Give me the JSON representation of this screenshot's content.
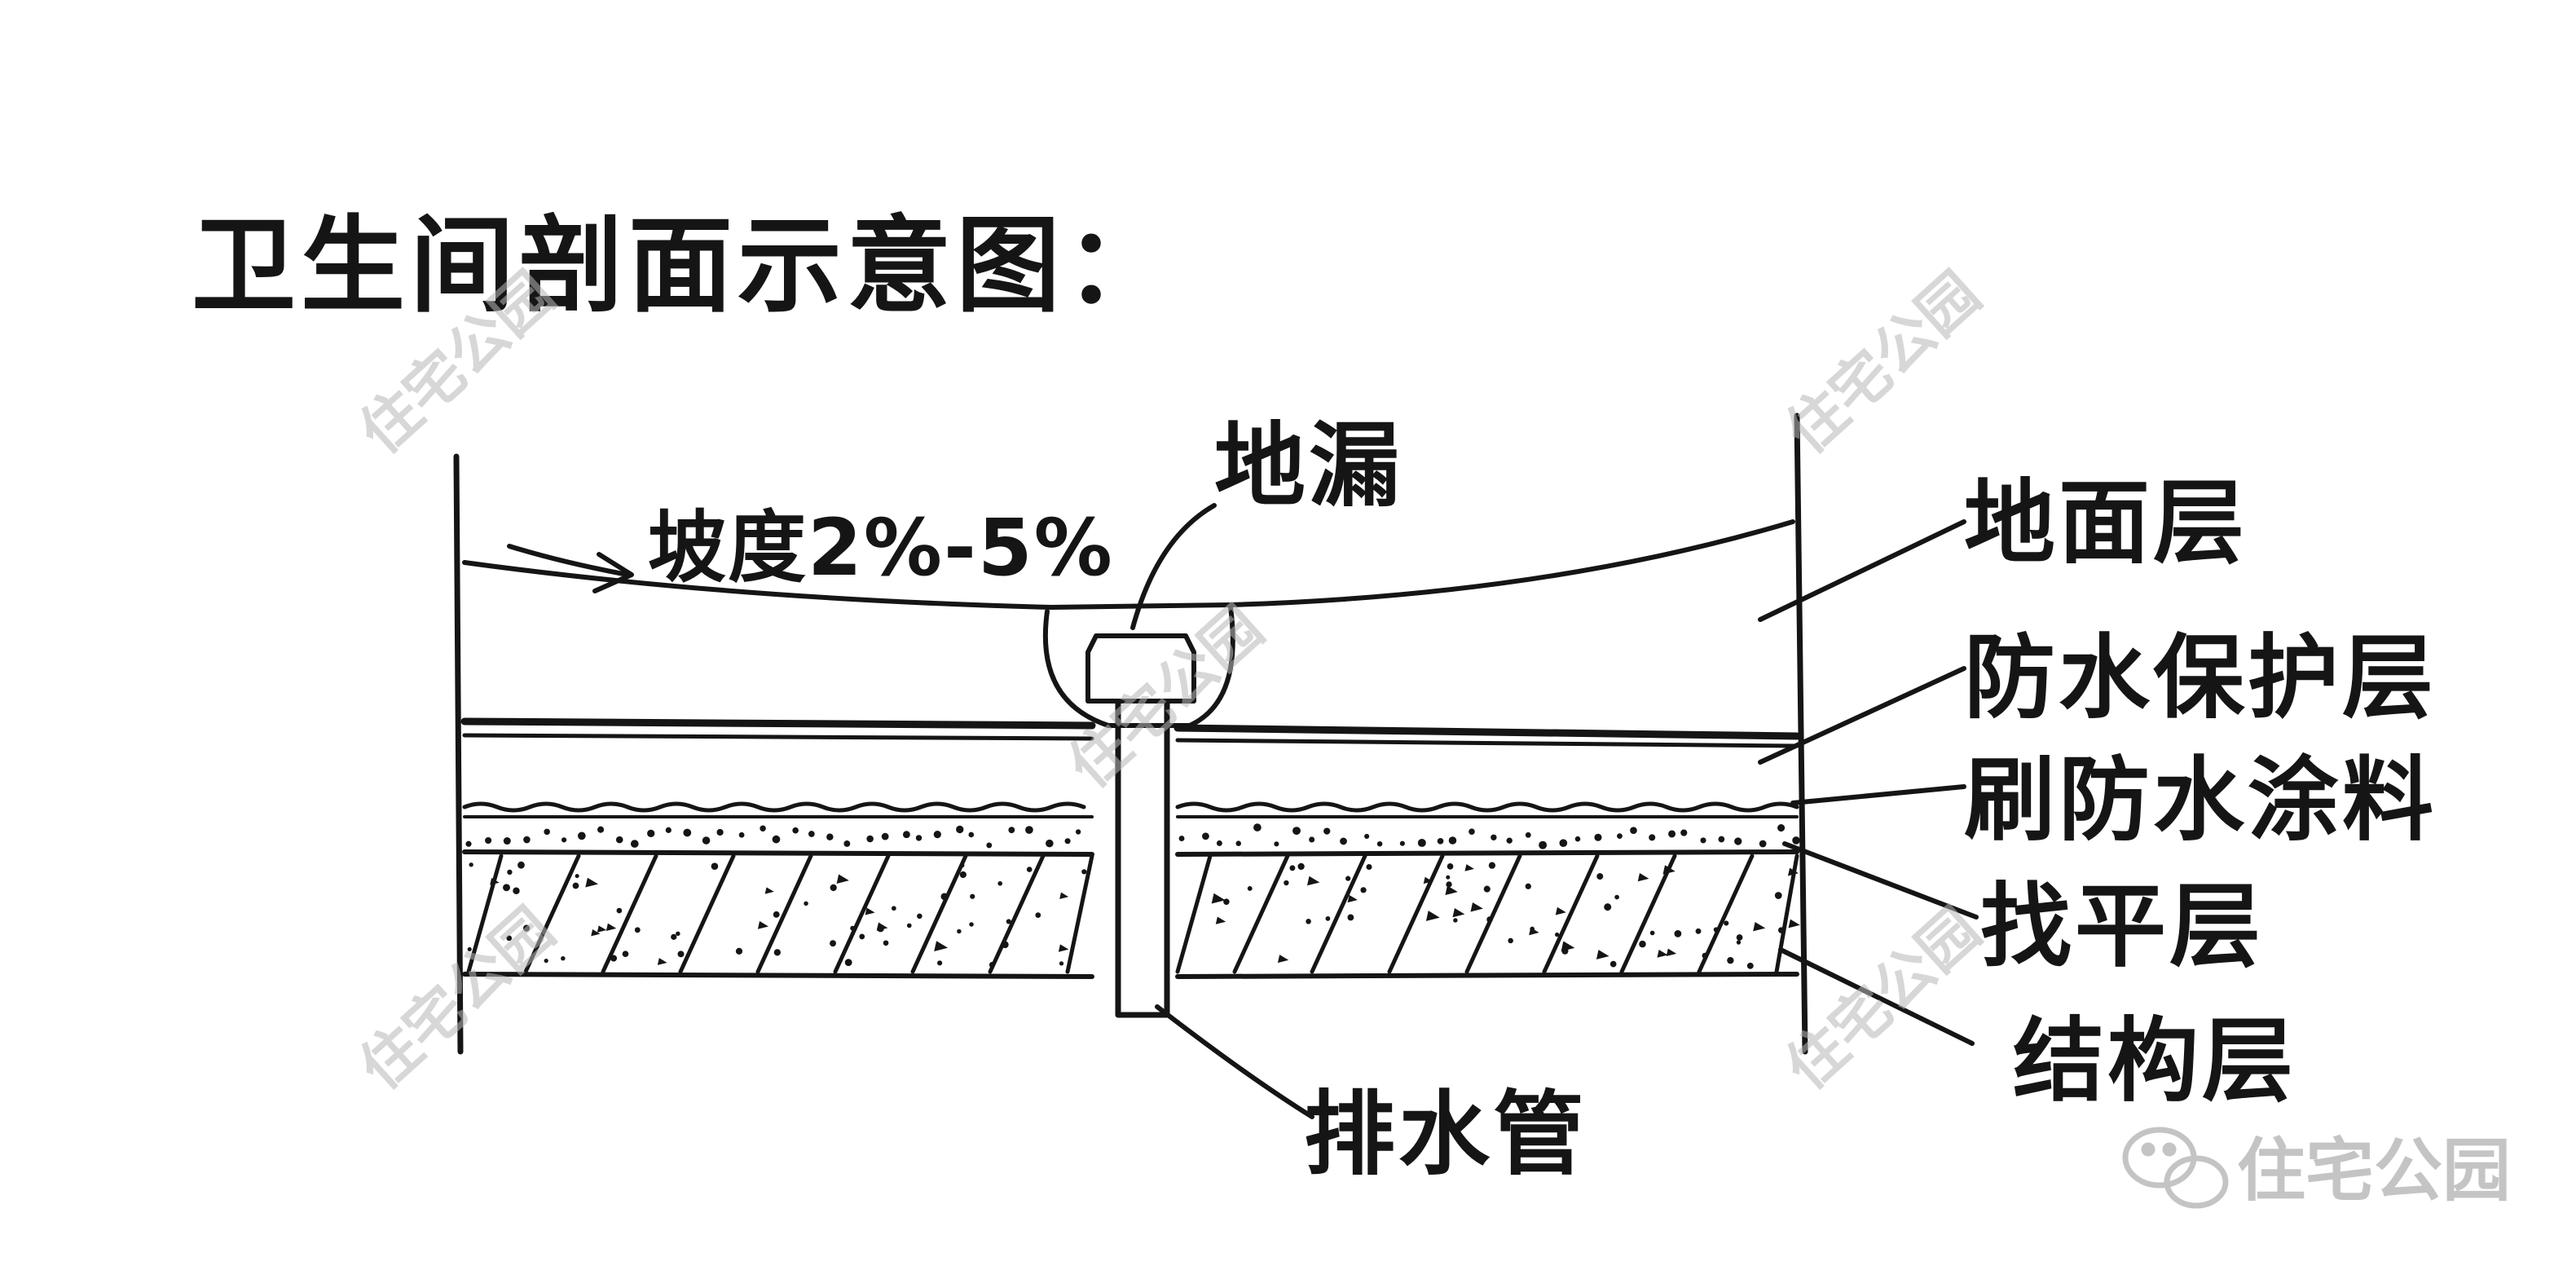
{
  "title": "卫生间剖面示意图：",
  "slope_label": "坡度2%-5%",
  "floor_drain_label": "地漏",
  "drain_pipe_label": "排水管",
  "layers": [
    {
      "id": "floor-surface",
      "label": "地面层"
    },
    {
      "id": "waterproof-protection",
      "label": "防水保护层"
    },
    {
      "id": "waterproof-coating",
      "label": "刷防水涂料"
    },
    {
      "id": "leveling",
      "label": "找平层"
    },
    {
      "id": "structural",
      "label": "结构层"
    }
  ],
  "watermark": "住宅公园",
  "logo": {
    "text": "住宅公园",
    "icon": "wechat-icon"
  },
  "colors": {
    "ink": "#151515",
    "watermark": "#b8b8b8"
  }
}
